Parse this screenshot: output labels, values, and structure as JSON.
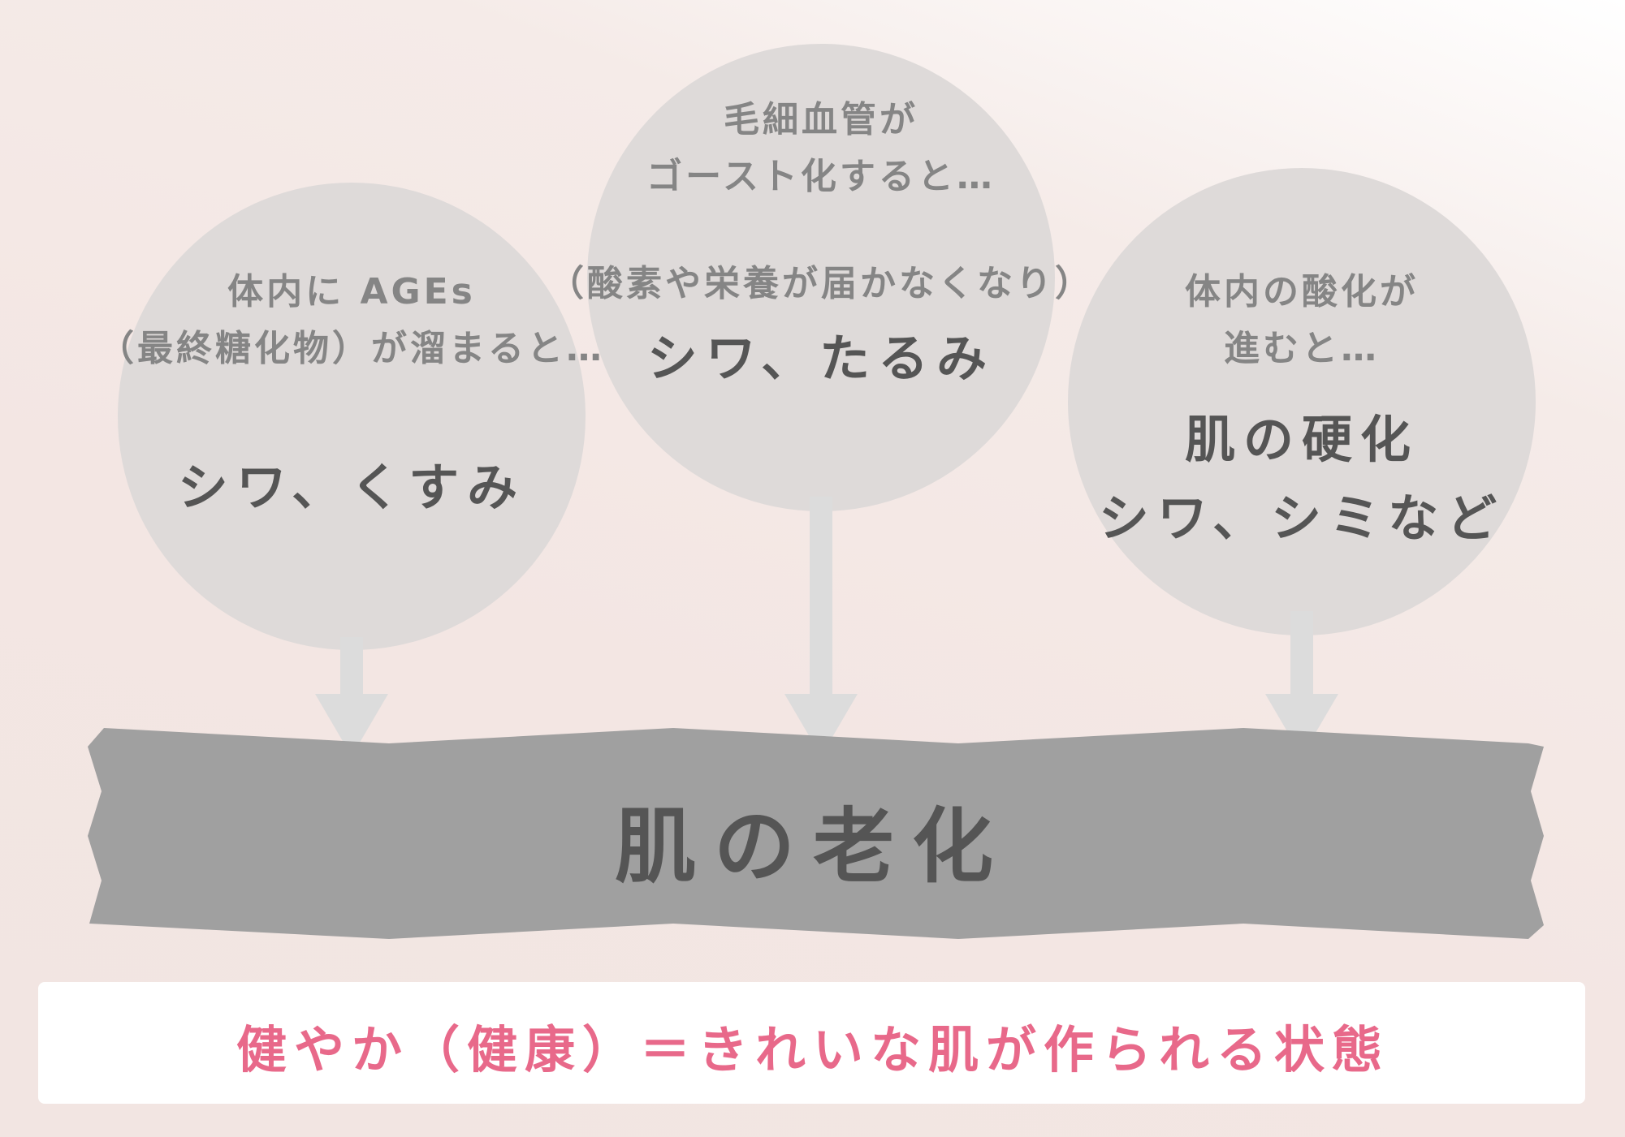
{
  "circles": [
    {
      "cause_lines": [
        "体内に AGEs",
        "（最終糖化物）が溜まると…"
      ],
      "effect_lines": [
        "シワ、くすみ"
      ]
    },
    {
      "cause_lines": [
        "毛細血管が",
        "ゴースト化すると…",
        "（酸素や栄養が届かなくなり）"
      ],
      "effect_lines": [
        "シワ、たるみ"
      ]
    },
    {
      "cause_lines": [
        "体内の酸化が",
        "進むと…"
      ],
      "effect_lines": [
        "肌の硬化",
        "シワ、シミなど"
      ]
    }
  ],
  "banner": {
    "label": "肌の老化"
  },
  "footer": {
    "label": "健やか（健康）＝きれいな肌が作られる状態"
  },
  "colors": {
    "circle": "#dedad9",
    "banner": "#a0a0a0",
    "arrow": "#dcdcdc",
    "accent": "#e8698a"
  }
}
